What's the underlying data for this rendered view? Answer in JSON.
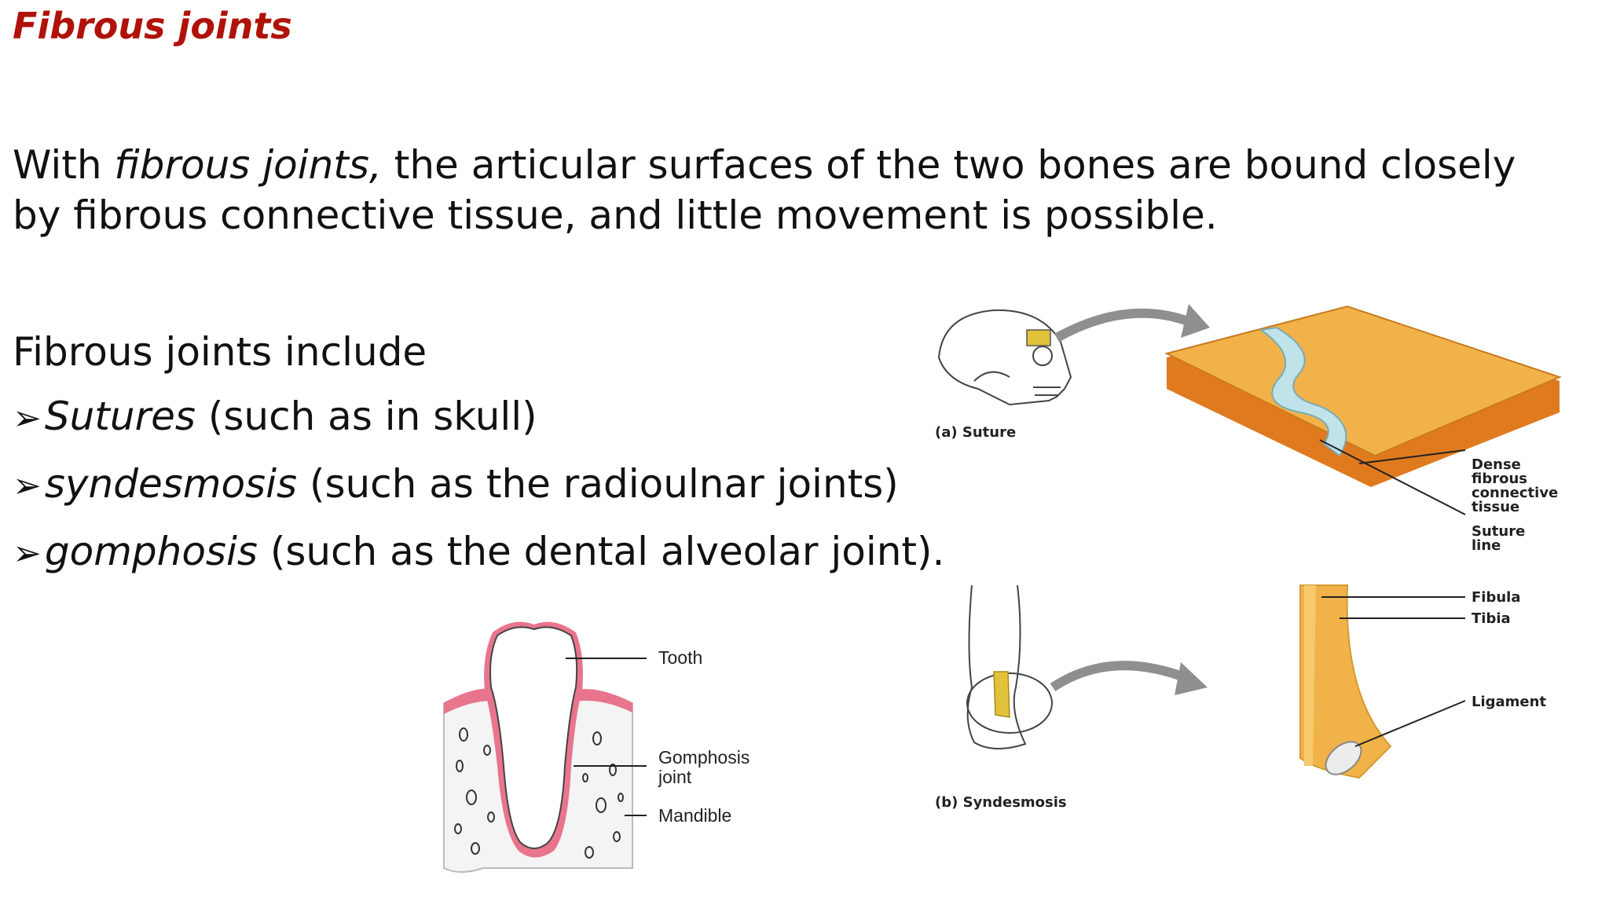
{
  "slide": {
    "title": "Fibrous joints",
    "intro": {
      "before": "With ",
      "term": "fibrous joints,",
      "after": " the articular surfaces of the two bones are bound closely by fibrous connective tissue, and little movement is possible."
    },
    "lead": "Fibrous joints include",
    "bullets": [
      {
        "term": "Sutures",
        "desc": " (such as in skull)"
      },
      {
        "term": "syndesmosis",
        "desc": " (such as the radioulnar joints)"
      },
      {
        "term": "gomphosis",
        "desc": " (such as the dental alveolar joint)."
      }
    ],
    "bullet_marker": "➢"
  },
  "figures": {
    "tooth": {
      "labels": {
        "tooth": "Tooth",
        "gomphosis_1": "Gomphosis",
        "gomphosis_2": "joint",
        "mandible": "Mandible"
      }
    },
    "suture": {
      "caption": "(a) Suture",
      "labels": {
        "dense_1": "Dense",
        "dense_2": "fibrous",
        "dense_3": "connective",
        "dense_4": "tissue",
        "suture_1": "Suture",
        "suture_2": "line"
      }
    },
    "syndesmosis": {
      "caption": "(b) Syndesmosis",
      "labels": {
        "fibula": "Fibula",
        "tibia": "Tibia",
        "ligament": "Ligament"
      }
    }
  },
  "colors": {
    "title": "#b0120a",
    "bone": "#f2b24a",
    "spongy": "#e07a1e",
    "tissue": "#bfe3e8",
    "gum": "#e8758c",
    "arrow": "#8f8f8f"
  }
}
